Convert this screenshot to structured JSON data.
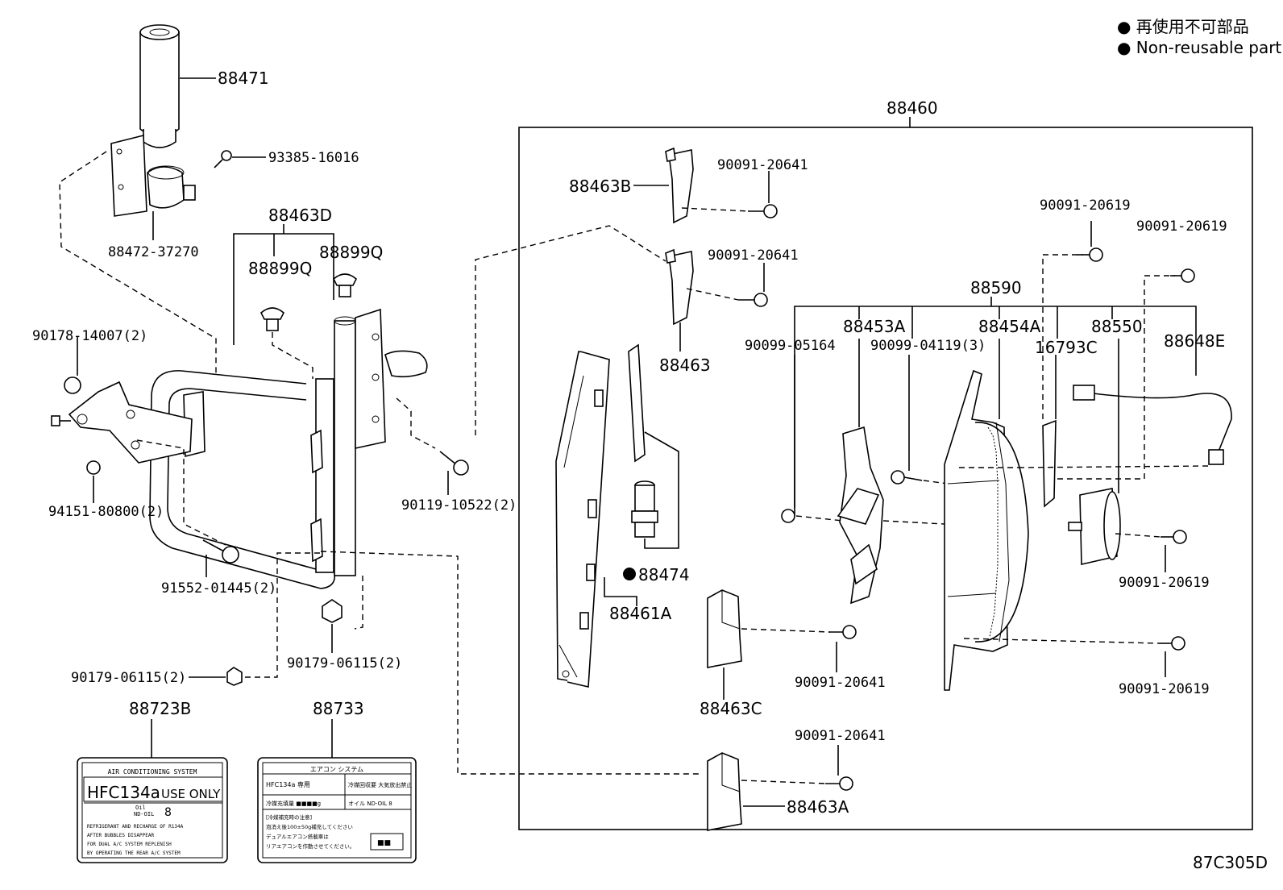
{
  "legend": {
    "line_jp": "● 再使用不可部品",
    "line_en": "● Non-reusable part"
  },
  "diagram_code": "87C305D",
  "callouts": {
    "p88471": "88471",
    "p93385": "93385-16016",
    "p88472": "88472-37270",
    "p88463D": "88463D",
    "p88899Q_a": "88899Q",
    "p88899Q_b": "88899Q",
    "p90178": "90178-14007(2)",
    "p94151": "94151-80800(2)",
    "p91552": "91552-01445(2)",
    "p90119": "90119-10522(2)",
    "p90179_a": "90179-06115(2)",
    "p90179_b": "90179-06115(2)",
    "p88723B": "88723B",
    "p88733": "88733",
    "p88460": "88460",
    "p88463B": "88463B",
    "p90091_20641_a": "90091-20641",
    "p90091_20641_b": "90091-20641",
    "p90091_20641_c": "90091-20641",
    "p90091_20641_d": "90091-20641",
    "p88463": "88463",
    "p88474": "88474",
    "p88461A": "88461A",
    "p88463C": "88463C",
    "p88463A": "88463A",
    "p88590": "88590",
    "p90091_20619_a": "90091-20619",
    "p90091_20619_b": "90091-20619",
    "p90091_20619_c": "90091-20619",
    "p90091_20619_d": "90091-20619",
    "p90099_05164": "90099-05164",
    "p88453A": "88453A",
    "p90099_04119": "90099-04119(3)",
    "p88454A": "88454A",
    "p16793C": "16793C",
    "p88550": "88550",
    "p88648E": "88648E"
  },
  "label_88723B": {
    "header": "AIR CONDITIONING SYSTEM",
    "refrigerant": "HFC134a",
    "use_only": "USE ONLY",
    "oil_label": "Oil",
    "oil_type": "ND-OIL",
    "oil_num": "8",
    "note1": "REFRIGERANT AND RECHARGE OF R134A",
    "note2": "AFTER BUBBLES DISAPPEAR",
    "note3": "FOR DUAL A/C SYSTEM REPLENISH",
    "note4": "BY OPERATING THE REAR A/C SYSTEM"
  },
  "label_88733": {
    "title": "エアコン システム",
    "refrigerant": "HFC134a 専用",
    "recovery": "冷媒回収要\n大気放出禁止",
    "charge": "冷媒充填量 ■■■■g",
    "oil": "オイル ND-OIL 8",
    "note1": "[冷媒補充時の注意]",
    "note2": "泡消え後100±50g補充してください",
    "note3": "デュアルエアコン搭載車は",
    "note4": "リアエアコンを作動させてください。",
    "box": "■■"
  }
}
